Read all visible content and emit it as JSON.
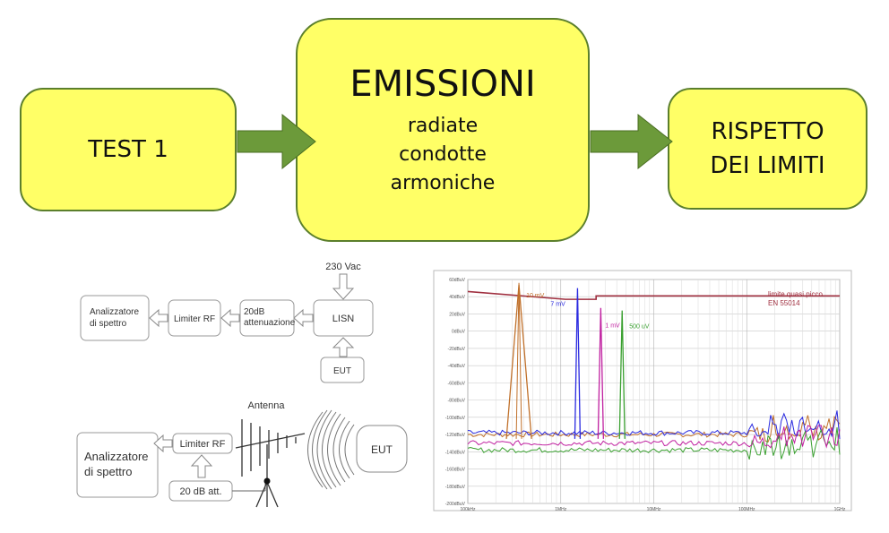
{
  "flow": {
    "test_label": "TEST 1",
    "emissions_title": "EMISSIONI",
    "emissions_items": [
      "radiate",
      "condotte",
      "armoniche"
    ],
    "result_line1": "RISPETTO",
    "result_line2": "DEI LIMITI"
  },
  "conducted_setup": {
    "supply": "230 Vac",
    "analyzer_line1": "Analizzatore",
    "analyzer_line2": "di spettro",
    "limiter": "Limiter RF",
    "attenuator_line1": "20dB",
    "attenuator_line2": "attenuazione",
    "lisn": "LISN",
    "eut": "EUT"
  },
  "radiated_setup": {
    "antenna": "Antenna",
    "analyzer_line1": "Analizzatore",
    "analyzer_line2": "di spettro",
    "limiter": "Limiter RF",
    "attenuator": "20 dB att.",
    "eut": "EUT"
  },
  "colors": {
    "box_fill": "#ffff66",
    "box_border": "#5b7f2c",
    "arrow": "#6c9a3a"
  },
  "chart_data": {
    "type": "line",
    "legend_line1": "limite quasi picco",
    "legend_line2": "EN 55014",
    "x_scale": "log",
    "grid": true,
    "y_ticks": [
      "60dBuV",
      "40dBuV",
      "20dBuV",
      "0dBuV",
      "-20dBuV",
      "-40dBuV",
      "-60dBuV",
      "-80dBuV",
      "-100dBuV",
      "-120dBuV",
      "-140dBuV",
      "-160dBuV",
      "-180dBuV",
      "-200dBuV"
    ],
    "x_ticks": [
      "100kHz",
      "1MHz",
      "10MHz",
      "100MHz",
      "1GHz"
    ],
    "limit": {
      "name": "limite quasi picco EN 55014",
      "color": "#a03040"
    },
    "peaks": [
      {
        "label": "10 mV",
        "color": "#c0702a",
        "value_dbuv": 54
      },
      {
        "label": "7 mV",
        "color": "#2a2ae0",
        "value_dbuv": 50
      },
      {
        "label": "1 mV",
        "color": "#c020a0",
        "value_dbuv": 27
      },
      {
        "label": "500 uV",
        "color": "#3aa030",
        "value_dbuv": 24
      }
    ]
  }
}
